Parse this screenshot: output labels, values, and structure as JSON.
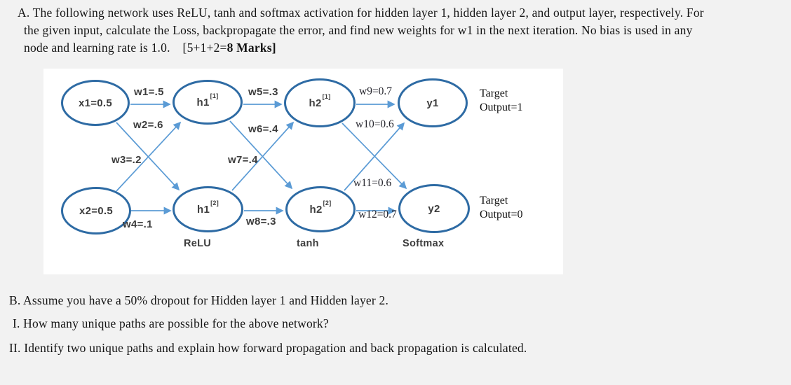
{
  "colors": {
    "page_bg": "#f2f2f2",
    "diagram_bg": "#ffffff",
    "node_stroke": "#2e6ba4",
    "arrow": "#5b9bd5"
  },
  "question_a": {
    "line1": "A. The following network uses ReLU, tanh and softmax activation for hidden layer 1, hidden layer 2, and output layer, respectively. For",
    "line2": "the given input, calculate the Loss, backpropagate the error, and find new weights for w1 in the next iteration. No bias is used in any",
    "line3_prefix": "node and learning rate is 1.0.  [5+1+2=",
    "line3_bold": "8 Marks]"
  },
  "diagram": {
    "nodes": {
      "x1": {
        "label": "x1=0.5"
      },
      "x2": {
        "label": "x2=0.5"
      },
      "h1_1": {
        "label": "h1",
        "sup": "[1]"
      },
      "h1_2": {
        "label": "h1",
        "sup": "[2]"
      },
      "h2_1": {
        "label": "h2",
        "sup": "[1]"
      },
      "h2_2": {
        "label": "h2",
        "sup": "[2]"
      },
      "y1": {
        "label": "y1"
      },
      "y2": {
        "label": "y2"
      }
    },
    "weights": {
      "w1": "w1=.5",
      "w2": "w2=.6",
      "w3": "w3=.2",
      "w4": "w4=.1",
      "w5": "w5=.3",
      "w6": "w6=.4",
      "w7": "w7=.4",
      "w8": "w8=.3",
      "w9": "w9=0.7",
      "w10": "w10=0.6",
      "w11": "w11=0.6",
      "w12": "w12=0.7"
    },
    "activations": {
      "hidden_layer_1": "ReLU",
      "hidden_layer_2": "tanh",
      "output_layer": "Softmax"
    },
    "targets": {
      "y1_line1": "Target",
      "y1_line2": "Output=1",
      "y2_line1": "Target",
      "y2_line2": "Output=0"
    }
  },
  "question_b": {
    "intro": "B. Assume you have a 50% dropout for Hidden layer 1 and Hidden layer 2.",
    "item_i": "I. How many unique paths are possible for the above network?",
    "item_ii": "II. Identify two unique paths and explain how forward propagation and back propagation is calculated."
  }
}
